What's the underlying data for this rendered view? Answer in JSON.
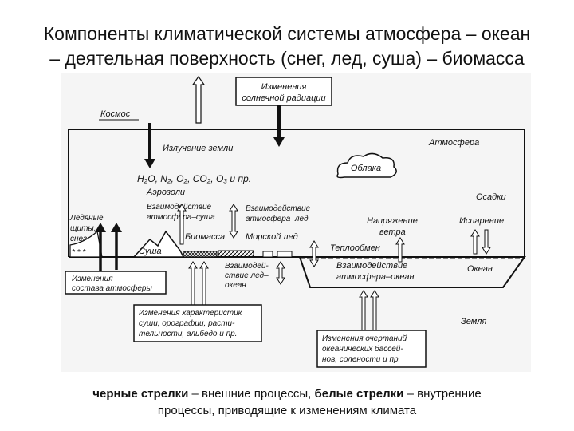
{
  "header": {
    "title_line1": "Компоненты климатической системы атмосфера – океан",
    "title_line2": "– деятельная поверхность (снег, лед, суша) – биомасса"
  },
  "diagram": {
    "labels": {
      "solar_change_1": "Изменения",
      "solar_change_2": "солнечной радиации",
      "space": "Космос",
      "atmosphere": "Атмосфера",
      "earth_radiation": "Излучение земли",
      "composition": "H₂O, N₂, O₂, CO₂, O₃ и пр.",
      "aerosols": "Аэрозоли",
      "clouds": "Облака",
      "air_land_1": "Взаимодействие",
      "air_land_2": "атмосфера–суша",
      "air_ice_1": "Взаимодействие",
      "air_ice_2": "атмосфера–лед",
      "precipitation": "Осадки",
      "evaporation": "Испарение",
      "wind_stress_1": "Напряжение",
      "wind_stress_2": "ветра",
      "ice_sheets_1": "Ледяные",
      "ice_sheets_2": "щиты,",
      "ice_sheets_3": "снег",
      "biomass": "Биомасса",
      "sea_ice": "Морской лед",
      "land": "Суша",
      "heat_exchange": "Теплообмен",
      "atm_comp_change_1": "Изменения",
      "atm_comp_change_2": "состава атмосферы",
      "ice_ocean_1": "Взаимодей-",
      "ice_ocean_2": "ствие лед–",
      "ice_ocean_3": "океан",
      "air_ocean_1": "Взаимодействие",
      "air_ocean_2": "атмосфера–океан",
      "ocean": "Океан",
      "land_change_1": "Изменения характеристик",
      "land_change_2": "суши, орографии, расти-",
      "land_change_3": "тельности, альбедо и пр.",
      "earth": "Земля",
      "ocean_change_1": "Изменения очертаний",
      "ocean_change_2": "океанических бассей-",
      "ocean_change_3": "нов, солености и пр."
    }
  },
  "caption": {
    "line1_bold_a": "черные стрелки",
    "line1_text_a": " – внешние процессы, ",
    "line1_bold_b": "белые стрелки",
    "line1_text_b": " – внутренние",
    "line2": "процессы, приводящие к изменениям климата"
  }
}
